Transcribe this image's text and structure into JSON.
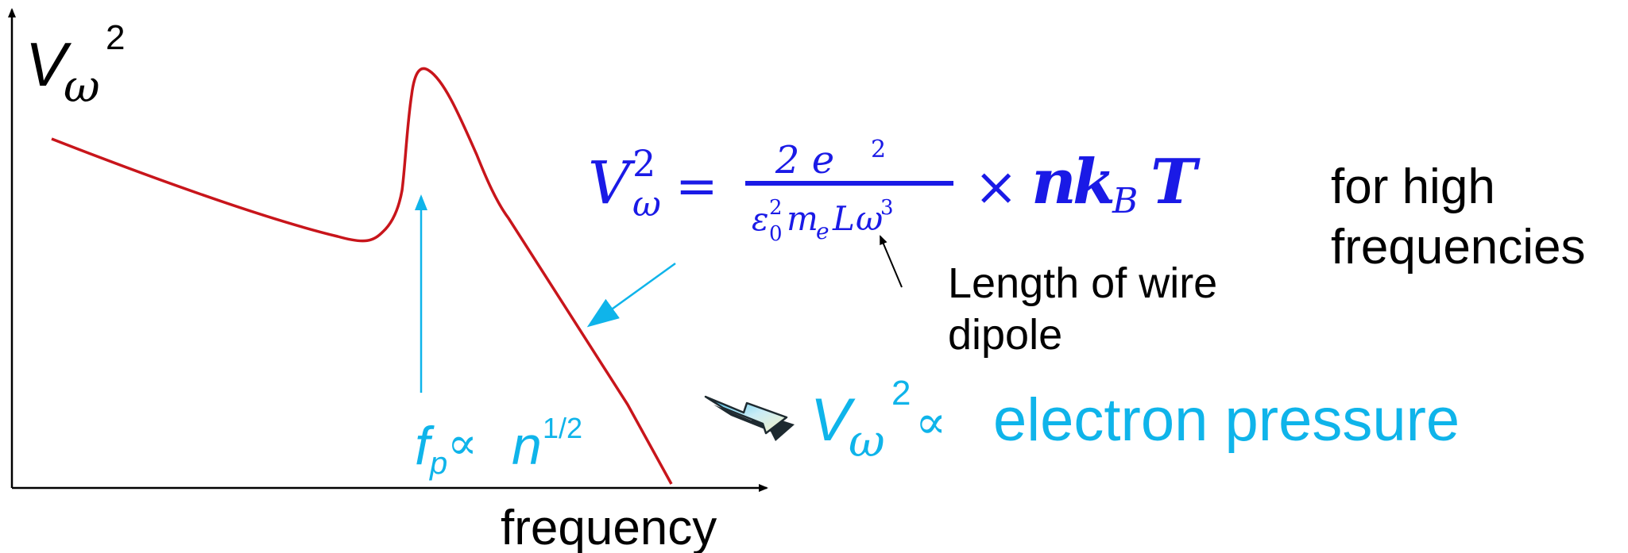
{
  "axes": {
    "y_label_main": "V",
    "y_label_sub": "ω",
    "y_label_sup": "2",
    "x_label": "frequency"
  },
  "plasma_label": {
    "f": "f",
    "p": "p",
    "prop": "∝",
    "n": "n",
    "exp": "1/2"
  },
  "formula": {
    "lhs_main": "V",
    "lhs_sup": "2",
    "lhs_sub": "ω",
    "equals": "=",
    "num": "2 e",
    "num_sup": "2",
    "den_eps": "ε",
    "den_eps_sup": "2",
    "den_eps_sub": "0",
    "den_m": "m",
    "den_m_sub": "e",
    "den_L": "L",
    "den_omega": "ω",
    "den_omega_sup": "3",
    "times": "×",
    "n": "n",
    "k": "k",
    "k_sub": "B",
    "T": "T"
  },
  "note_high": {
    "line1": "for high",
    "line2": "frequencies"
  },
  "note_L": {
    "line1": "Length of wire",
    "line2": "dipole"
  },
  "conclusion": {
    "main": "V",
    "sub": "ω",
    "sup": "2",
    "prop": "∝",
    "text": "electron pressure"
  },
  "colors": {
    "curve": "#c8151b",
    "blue": "#1a1ae6",
    "cyan": "#0fb4ea",
    "black": "#000000"
  }
}
